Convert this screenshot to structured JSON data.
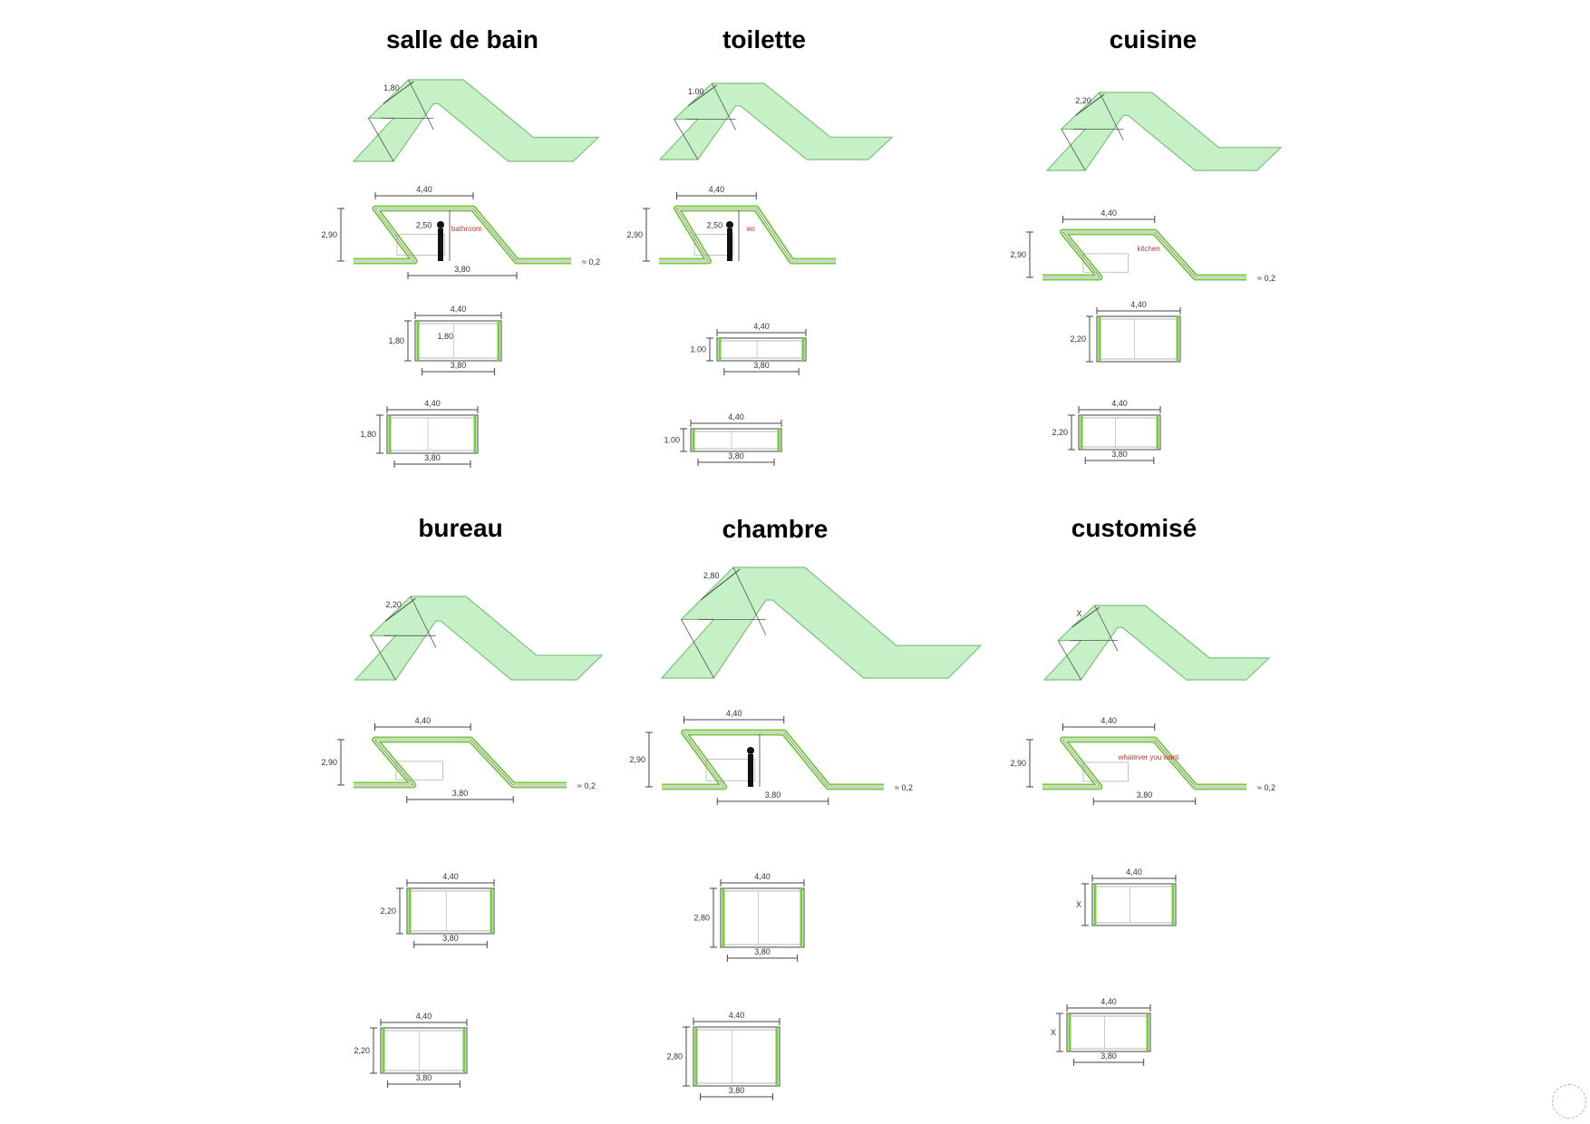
{
  "titles": {
    "salle_de_bain": "salle de bain",
    "toilette": "toilette",
    "cuisine": "cuisine",
    "bureau": "bureau",
    "chambre": "chambre",
    "customise": "customisé"
  },
  "colors": {
    "fill": "#c6f0c6",
    "stroke": "#7fbf7f",
    "accent": "#7ac943",
    "line": "#444444"
  },
  "modules": [
    {
      "id": "salle_de_bain",
      "width_3d": "1,80",
      "sec_width": "4,40",
      "sec_height": "2,90",
      "sec_inner": "2,50",
      "sec_base": "3,80",
      "sec_thick": "0,2",
      "room": "bathroom",
      "p1_width": "4,40",
      "p1_depth": "1,80",
      "p1_base": "3,80",
      "p1_inner": "1,80",
      "p2_width": "4,40",
      "p2_depth": "1,80",
      "p2_base": "3,80"
    },
    {
      "id": "toilette",
      "width_3d": "1.00",
      "sec_width": "4,40",
      "sec_height": "2,90",
      "sec_inner": "2,50",
      "sec_base": "",
      "sec_thick": "",
      "room": "wc",
      "p1_width": "4,40",
      "p1_depth": "1.00",
      "p1_base": "3,80",
      "p2_width": "4,40",
      "p2_depth": "1.00",
      "p2_base": "3,80"
    },
    {
      "id": "cuisine",
      "width_3d": "2,20",
      "sec_width": "4,40",
      "sec_height": "2,90",
      "sec_thick": "0,2",
      "room": "kitchen",
      "p1_width": "4,40",
      "p1_depth": "2,20",
      "p2_width": "4,40",
      "p2_depth": "2,20",
      "p2_base": "3,80"
    },
    {
      "id": "bureau",
      "width_3d": "2,20",
      "sec_width": "4,40",
      "sec_height": "2,90",
      "sec_base": "3,80",
      "sec_thick": "0,2",
      "p1_width": "4,40",
      "p1_depth": "2,20",
      "p1_base": "3,80",
      "p2_width": "4,40",
      "p2_depth": "2,20",
      "p2_base": "3,80"
    },
    {
      "id": "chambre",
      "width_3d": "2,80",
      "sec_width": "4,40",
      "sec_height": "2,90",
      "sec_base": "3,80",
      "sec_thick": "0,2",
      "p1_width": "4,40",
      "p1_depth": "2,80",
      "p1_base": "3,80",
      "p2_width": "4,40",
      "p2_depth": "2,80",
      "p2_base": "3,80"
    },
    {
      "id": "customise",
      "width_3d": "X",
      "sec_width": "4,40",
      "sec_height": "2,90",
      "sec_base": "3,80",
      "sec_thick": "0,2",
      "room": "whatever you want",
      "p1_width": "4,40",
      "p1_depth": "X",
      "p2_width": "4,40",
      "p2_depth": "X",
      "p2_base": "3,80"
    }
  ]
}
